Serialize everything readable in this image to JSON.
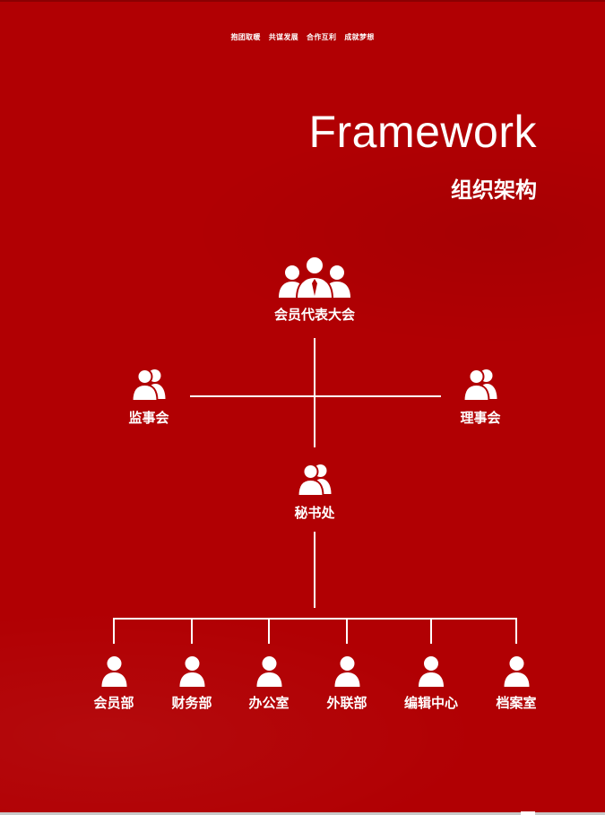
{
  "slogans": [
    "抱团取暖",
    "共谋发展",
    "合作互利",
    "成就梦想"
  ],
  "title": {
    "en": "Framework",
    "cn": "组织架构"
  },
  "org": {
    "congress": "会员代表大会",
    "supervisory": "监事会",
    "council": "理事会",
    "secretariat": "秘书处",
    "departments": [
      "会员部",
      "财务部",
      "办公室",
      "外联部",
      "编辑中心",
      "档案室"
    ]
  },
  "colors": {
    "background": "#b10003",
    "foreground": "#ffffff"
  },
  "icons": {
    "congress": "group-of-three-people-icon",
    "supervisory": "two-people-icon",
    "council": "two-people-icon",
    "secretariat": "two-people-icon",
    "department": "person-icon"
  }
}
